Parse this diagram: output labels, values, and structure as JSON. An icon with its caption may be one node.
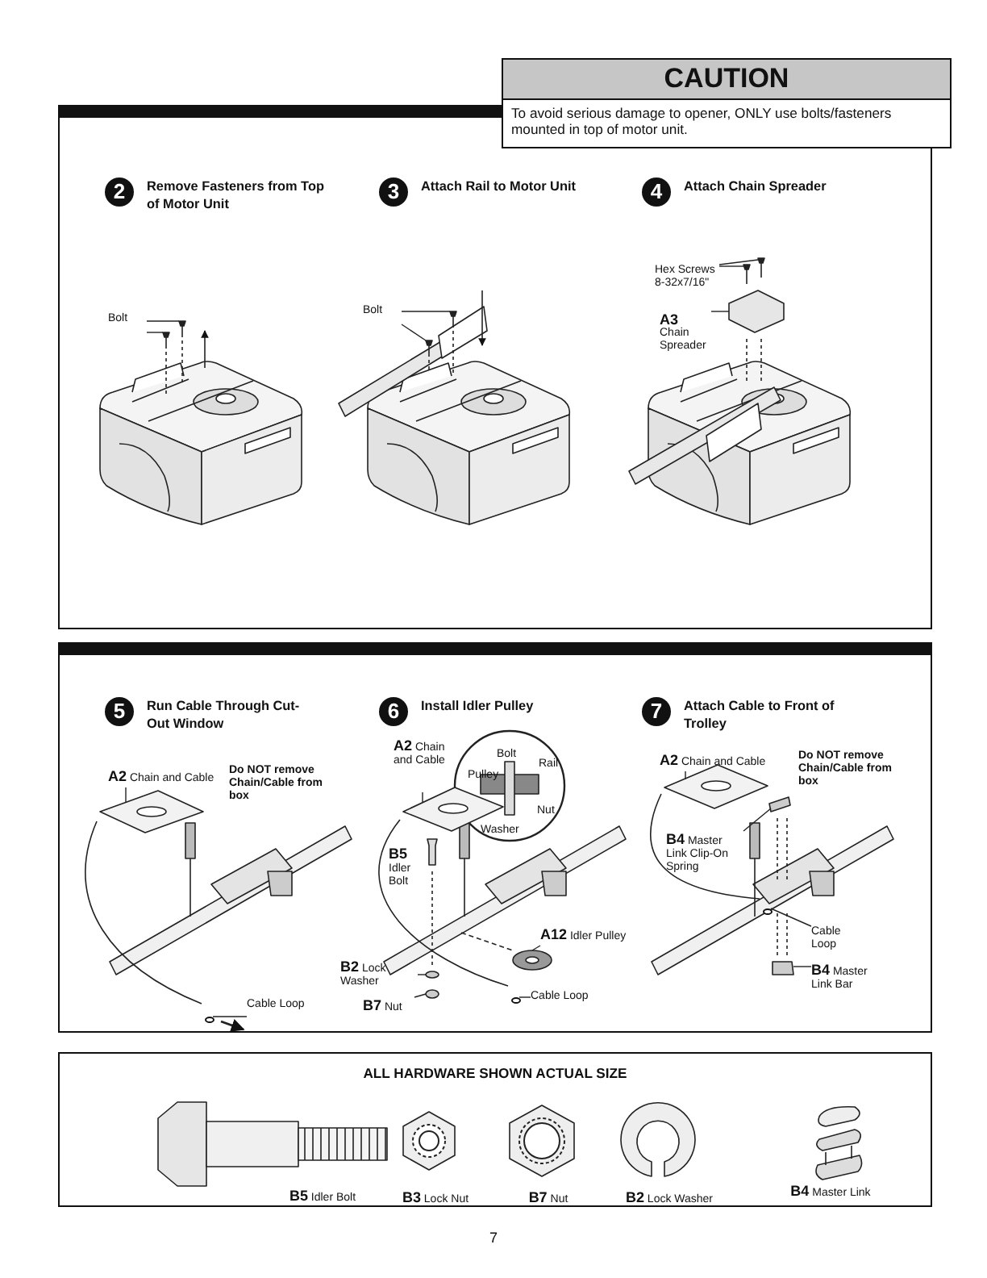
{
  "diagram": {
    "nodes": [
      {
        "text": [
          "CAUTION",
          "To avoid serious damage to opener, ONLY use bolts/fasteners mounted in top of motor unit."
        ]
      },
      {
        "text": [],
        "shape": "box"
      },
      {
        "text": [
          "2"
        ],
        "in": 1,
        "beside": [
          "Remove Fasteners from Top of Motor Unit"
        ]
      },
      {
        "text": [
          "3"
        ],
        "in": 1,
        "beside": [
          "Attach Rail to Motor Unit"
        ]
      },
      {
        "text": [
          "4"
        ],
        "in": 1,
        "beside": [
          "Attach Chain Spreader"
        ]
      },
      {
        "text": [
          "Bolt"
        ],
        "in": 1
      },
      {
        "text": [
          "Bolt"
        ],
        "in": 1
      },
      {
        "text": [
          "Hex Screws 8-32x7/16\""
        ],
        "in": 1
      },
      {
        "text": [
          "A3",
          "Chain Spreader"
        ],
        "in": 1
      },
      {
        "text": [],
        "shape": "box"
      },
      {
        "text": [
          "5"
        ],
        "in": 9,
        "beside": [
          "Run Cable Through Cut-Out Window"
        ]
      },
      {
        "text": [
          "6"
        ],
        "in": 9,
        "beside": [
          "Install Idler Pulley"
        ]
      },
      {
        "text": [
          "7"
        ],
        "in": 9,
        "beside": [
          "Attach Cable to Front of Trolley"
        ]
      },
      {
        "text": [
          "**A2** Chain and Cable"
        ],
        "in": 9
      },
      {
        "text": [
          "Cable Loop"
        ],
        "in": 9
      },
      {
        "text": [
          "**A2** Chain and Cable"
        ],
        "in": 9
      },
      {
        "text": [
          "Bolt"
        ],
        "in": 9
      },
      {
        "text": [
          "Pulley"
        ],
        "in": 9
      },
      {
        "text": [
          "Rail"
        ],
        "in": 9
      },
      {
        "text": [
          "Nut"
        ],
        "in": 9
      },
      {
        "text": [
          "Washer"
        ],
        "in": 9
      },
      {
        "text": [
          "**B5** Idler Bolt"
        ],
        "in": 9
      },
      {
        "text": [
          "**A12** Idler Pulley"
        ],
        "in": 9
      },
      {
        "text": [
          "**B2** Lock Washer"
        ],
        "in": 9
      },
      {
        "text": [
          "**B7** Nut"
        ],
        "in": 9
      },
      {
        "text": [
          "Cable Loop"
        ],
        "in": 9
      },
      {
        "text": [
          "**A2** Chain and Cable"
        ],
        "in": 9
      },
      {
        "text": [
          "**B4** Master Link Clip-On Spring"
        ],
        "in": 9
      },
      {
        "text": [
          "Cable Loop"
        ],
        "in": 9
      },
      {
        "text": [
          "**B4** Master Link Bar"
        ],
        "in": 9
      },
      {
        "text": [
          "ALL HARDWARE SHOWN ACTUAL SIZE"
        ]
      },
      {
        "text": [],
        "shape": "picture",
        "in": 1
      },
      {
        "text": [],
        "shape": "picture",
        "in": 1
      },
      {
        "text": [],
        "shape": "picture",
        "in": 1
      },
      {
        "text": [],
        "shape": "picture",
        "in": 9
      },
      {
        "text": [],
        "shape": "picture",
        "in": 9
      },
      {
        "text": [],
        "shape": "picture",
        "in": 9
      },
      {
        "text": [],
        "shape": "picture",
        "in": 9
      },
      {
        "text": [],
        "shape": "picture",
        "in": 9
      },
      {
        "text": [],
        "shape": "picture",
        "in": 9
      },
      {
        "text": [],
        "shape": "circle",
        "in": 9
      },
      {
        "text": [],
        "shape": "circle",
        "in": 9
      },
      {
        "text": [],
        "shape": "circle",
        "in": 9
      },
      {
        "text": [],
        "shape": "picture",
        "in": 1
      }
    ],
    "edges": [
      {
        "from": 5,
        "to": 31,
        "arrow": "none"
      },
      {
        "from": 5,
        "to": 31,
        "arrow": "none"
      },
      {
        "from": 6,
        "to": 32,
        "arrow": "none"
      },
      {
        "from": 6,
        "to": 32,
        "arrow": "none"
      },
      {
        "from": 7,
        "to": 33,
        "arrow": "none"
      },
      {
        "from": 7,
        "to": 33,
        "arrow": "none"
      },
      {
        "from": 8,
        "to": 43,
        "arrow": "none"
      },
      {
        "from": 13,
        "to": 34,
        "arrow": "none"
      },
      {
        "from": 14,
        "to": 40,
        "arrow": "none"
      },
      {
        "from": 15,
        "to": 35,
        "arrow": "none"
      },
      {
        "from": 22,
        "to": 37,
        "arrow": "none"
      },
      {
        "from": 23,
        "to": 36,
        "arrow": "none"
      },
      {
        "from": 24,
        "to": 36,
        "arrow": "none"
      },
      {
        "from": 25,
        "to": 41,
        "arrow": "none"
      },
      {
        "from": 26,
        "to": 38,
        "arrow": "none"
      },
      {
        "from": 27,
        "to": 39,
        "arrow": "none"
      },
      {
        "from": 28,
        "to": 42,
        "arrow": "none"
      },
      {
        "from": 29,
        "to": 39,
        "arrow": "none"
      }
    ],
    "labels": [
      "Do NOT remove Chain/Cable from box",
      "Do NOT remove Chain/Cable from box",
      "**B5** Idler Bolt",
      "**B3** Lock Nut",
      "**B7** Nut",
      "**B2** Lock Washer",
      "**B4** Master Link",
      "7"
    ]
  }
}
